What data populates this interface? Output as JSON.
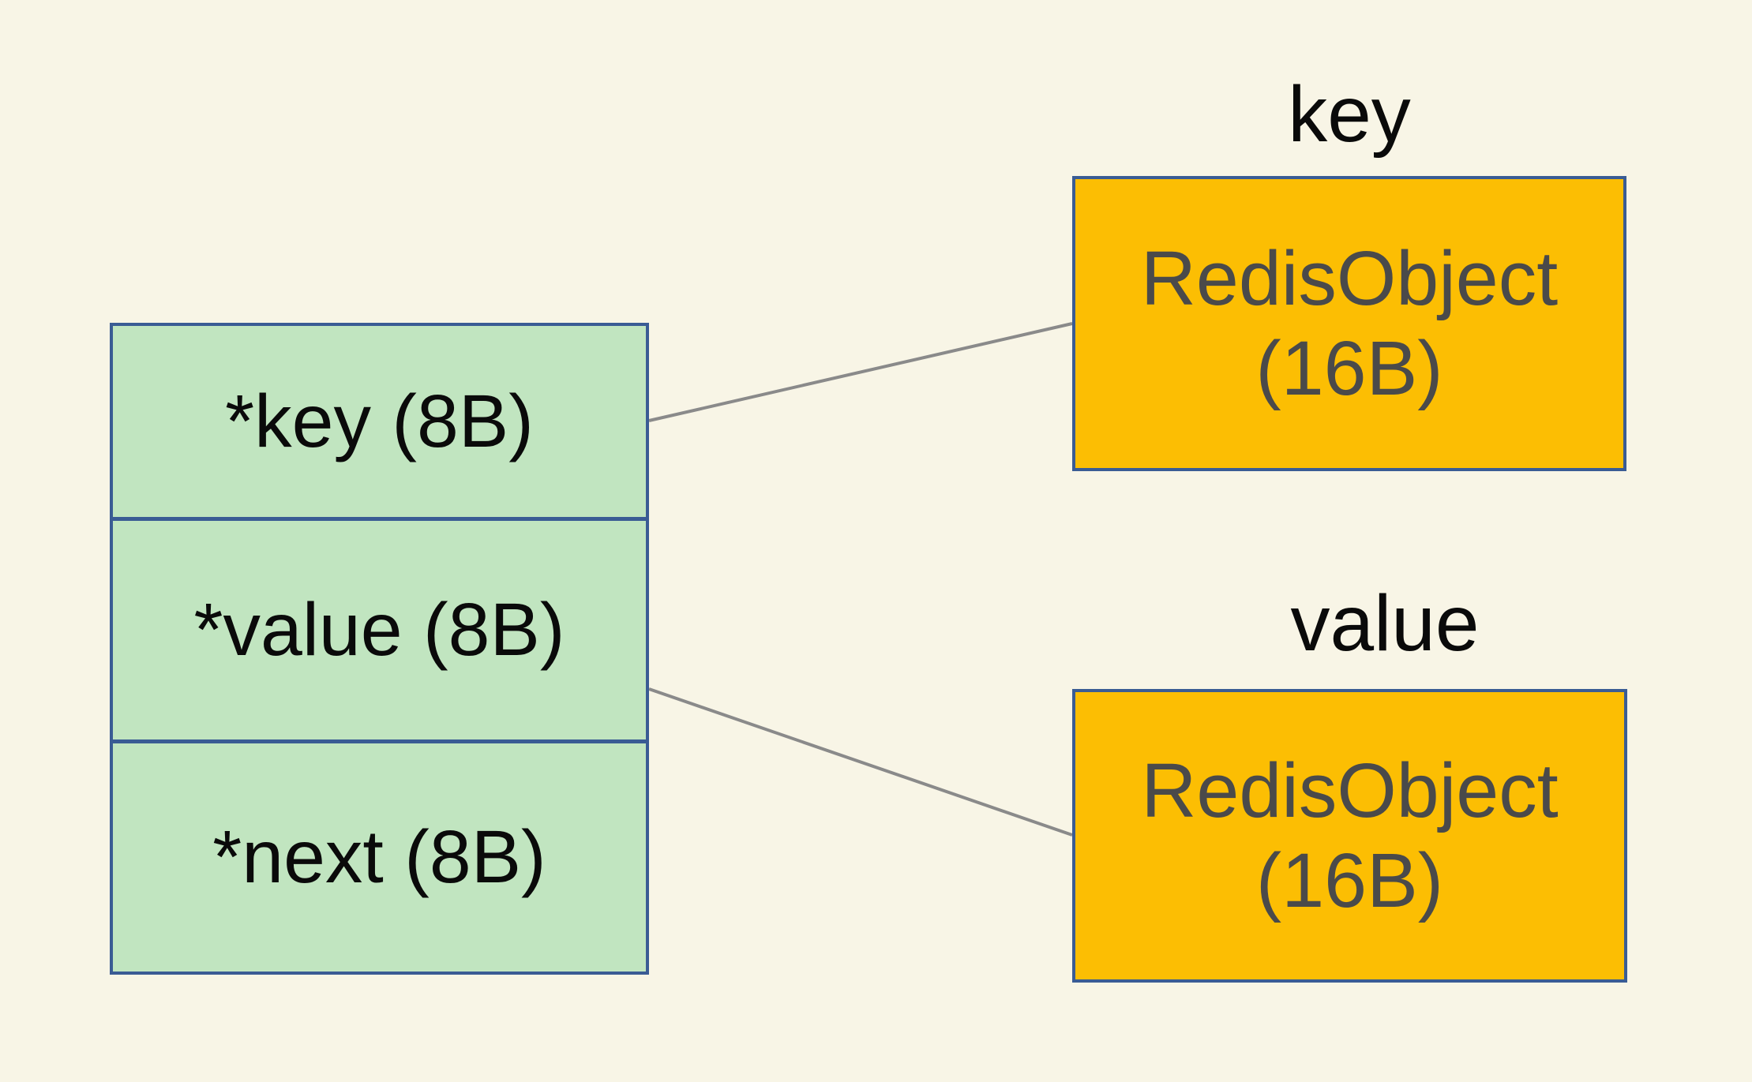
{
  "entry_struct": {
    "fields": [
      {
        "label": "*key (8B)"
      },
      {
        "label": "*value (8B)"
      },
      {
        "label": "*next (8B)"
      }
    ]
  },
  "key_object": {
    "title": "key",
    "name": "RedisObject",
    "size": "(16B)"
  },
  "value_object": {
    "title": "value",
    "name": "RedisObject",
    "size": "(16B)"
  },
  "colors": {
    "background": "#F8F5E6",
    "struct_fill": "#C1E5C0",
    "object_fill": "#FCBE03",
    "box_border": "#3A5C94",
    "connector": "#8A8A8A",
    "object_text": "#4A4A4A",
    "label_text": "#0A0A0A"
  }
}
